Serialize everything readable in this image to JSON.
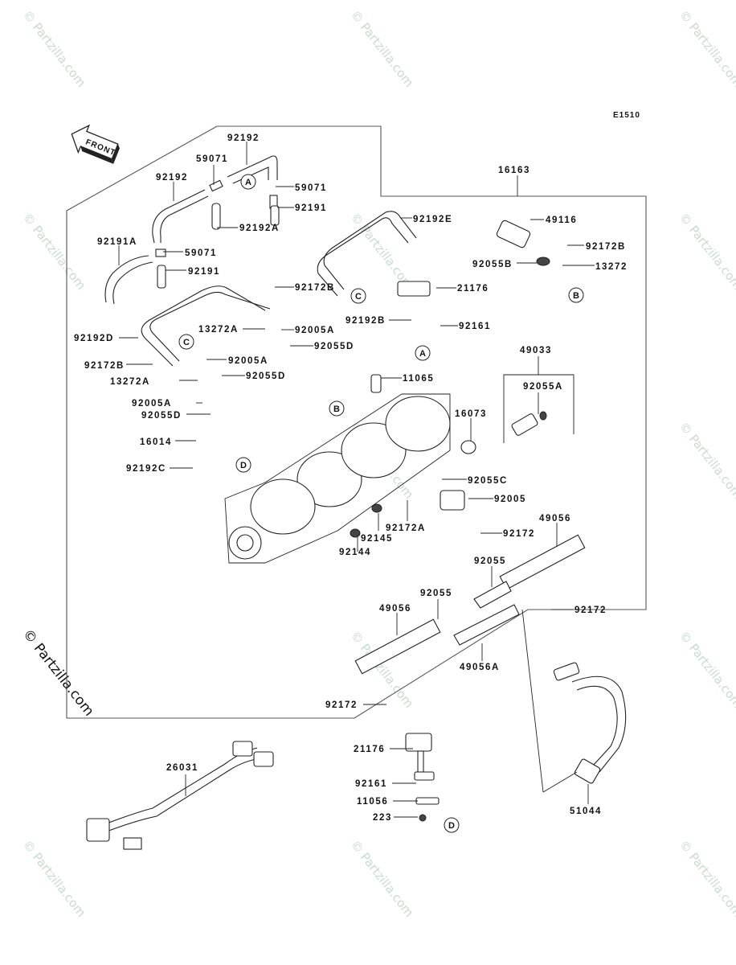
{
  "diagram": {
    "title": "Throttle",
    "code": "E1510",
    "direction_label": "FRONT",
    "watermark": "© Partzilla.com",
    "colors": {
      "line": "#222222",
      "watermark": "#c9dbd0",
      "background": "#ffffff"
    }
  },
  "ref_markers": [
    "A",
    "B",
    "C",
    "D"
  ],
  "parts": [
    {
      "id": "92192-top",
      "number": "92192"
    },
    {
      "id": "59071-top",
      "number": "59071"
    },
    {
      "id": "59071-right",
      "number": "59071"
    },
    {
      "id": "92191-right",
      "number": "92191"
    },
    {
      "id": "92192-left",
      "number": "92192"
    },
    {
      "id": "92192A",
      "number": "92192A"
    },
    {
      "id": "92191A",
      "number": "92191A"
    },
    {
      "id": "59071-lower",
      "number": "59071"
    },
    {
      "id": "92191-lower",
      "number": "92191"
    },
    {
      "id": "16163",
      "number": "16163"
    },
    {
      "id": "92192E",
      "number": "92192E"
    },
    {
      "id": "49116",
      "number": "49116"
    },
    {
      "id": "92172B-right",
      "number": "92172B"
    },
    {
      "id": "92055B",
      "number": "92055B"
    },
    {
      "id": "13272",
      "number": "13272"
    },
    {
      "id": "21176-top",
      "number": "21176"
    },
    {
      "id": "92172B-mid",
      "number": "92172B"
    },
    {
      "id": "92192B",
      "number": "92192B"
    },
    {
      "id": "92161-top",
      "number": "92161"
    },
    {
      "id": "92192D",
      "number": "92192D"
    },
    {
      "id": "13272A-upper",
      "number": "13272A"
    },
    {
      "id": "92005A-upper",
      "number": "92005A"
    },
    {
      "id": "92055D-upper",
      "number": "92055D"
    },
    {
      "id": "92005A-mid",
      "number": "92005A"
    },
    {
      "id": "92055D-mid",
      "number": "92055D"
    },
    {
      "id": "92172B-left",
      "number": "92172B"
    },
    {
      "id": "13272A-lower",
      "number": "13272A"
    },
    {
      "id": "11065",
      "number": "11065"
    },
    {
      "id": "49033",
      "number": "49033"
    },
    {
      "id": "92055A",
      "number": "92055A"
    },
    {
      "id": "92005A-lower",
      "number": "92005A"
    },
    {
      "id": "92055D-lower",
      "number": "92055D"
    },
    {
      "id": "16073",
      "number": "16073"
    },
    {
      "id": "16014",
      "number": "16014"
    },
    {
      "id": "92192C",
      "number": "92192C"
    },
    {
      "id": "92055C",
      "number": "92055C"
    },
    {
      "id": "92005",
      "number": "92005"
    },
    {
      "id": "92172A",
      "number": "92172A"
    },
    {
      "id": "92145",
      "number": "92145"
    },
    {
      "id": "92144",
      "number": "92144"
    },
    {
      "id": "92172-mid",
      "number": "92172"
    },
    {
      "id": "49056-right",
      "number": "49056"
    },
    {
      "id": "92055-right",
      "number": "92055"
    },
    {
      "id": "92055-left",
      "number": "92055"
    },
    {
      "id": "49056-left",
      "number": "49056"
    },
    {
      "id": "92172-right",
      "number": "92172"
    },
    {
      "id": "49056A",
      "number": "49056A"
    },
    {
      "id": "92172-left",
      "number": "92172"
    },
    {
      "id": "26031",
      "number": "26031"
    },
    {
      "id": "21176-bottom",
      "number": "21176"
    },
    {
      "id": "92161-bottom",
      "number": "92161"
    },
    {
      "id": "11056",
      "number": "11056"
    },
    {
      "id": "223",
      "number": "223"
    },
    {
      "id": "51044",
      "number": "51044"
    }
  ]
}
